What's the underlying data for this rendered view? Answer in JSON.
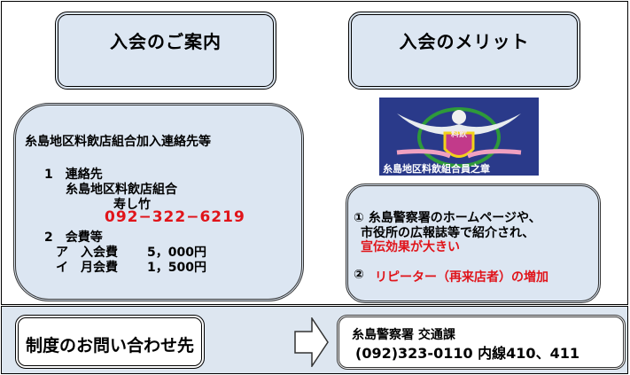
{
  "header": {
    "left_title": "入会のご案内",
    "right_title": "入会のメリット"
  },
  "info": {
    "heading": "糸島地区料飲店組合加入連絡先等",
    "contact_label": "1　連絡先",
    "org_name": "糸島地区料飲店組合",
    "shop_name": "寿し竹",
    "phone": "092−322−6219",
    "fees_label": "2　会費等",
    "entry_fee_label": "ア　入会費",
    "entry_fee": "5，000円",
    "monthly_fee_label": "イ　月会費",
    "monthly_fee": "1，500円"
  },
  "emblem": {
    "badge_text": "料飲",
    "caption": "糸島地区料飲組合員之章"
  },
  "merits": {
    "item1_line1": "①  糸島警察署のホームページや、",
    "item1_line2": "市役所の広報誌等で紹介され、",
    "item1_line3": "宣伝効果が大きい",
    "item2_num": "②",
    "item2_text": "リピーター（再来店者）の増加"
  },
  "footer": {
    "inquiry_label": "制度のお問い合わせ先",
    "dept": "糸島警察署 交通課",
    "phone": "(092)323-0110 内線410、411"
  },
  "colors": {
    "accent_red": "#e0141a",
    "panel": "#dce6f2",
    "emblem_bg": "#2a3a8a"
  }
}
